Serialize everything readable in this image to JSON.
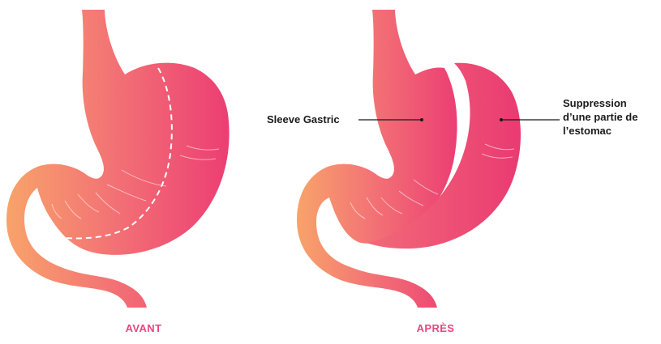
{
  "figure": {
    "captions": {
      "before": "AVANT",
      "after": "APRÈS"
    },
    "callouts": {
      "sleeve": "Sleeve Gastric",
      "removed": [
        "Suppression",
        "d’une partie de",
        "l’estomac"
      ]
    }
  },
  "colors": {
    "caption": "#e8467c",
    "stomach_light": "#f8a36a",
    "stomach_mid": "#f37575",
    "stomach_dark": "#ec3e73",
    "line": "#1a1a1a"
  }
}
